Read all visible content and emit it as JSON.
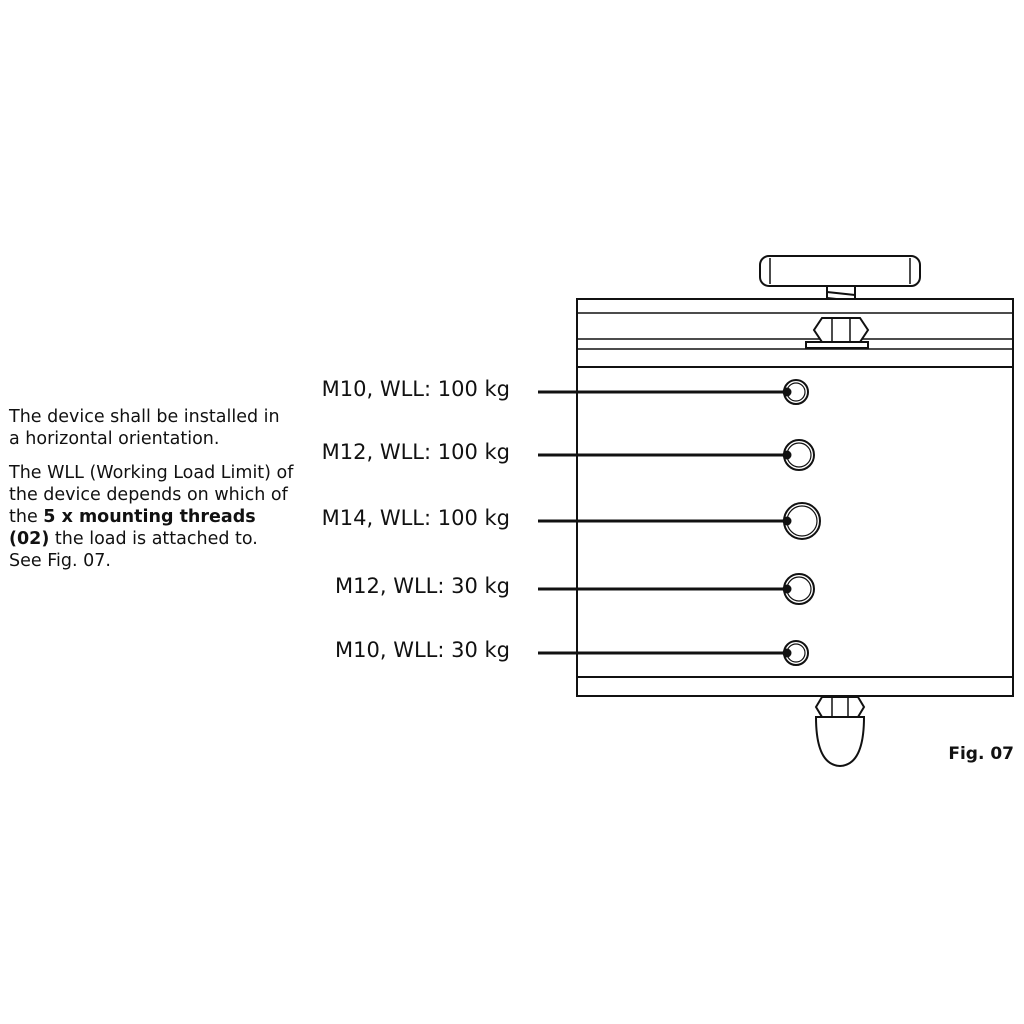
{
  "instructions": {
    "orientation": "The device shall be installed in a horizontal orientation.",
    "wll_before": "The WLL (Working Load Limit) of the device depends on which of the ",
    "wll_bold": "5 x mounting threads (02)",
    "wll_after": " the load is attached to. See Fig. 07."
  },
  "threads": [
    {
      "label": "M10, WLL: 100 kg",
      "size": "M10",
      "wll_kg": 100
    },
    {
      "label": "M12, WLL: 100 kg",
      "size": "M12",
      "wll_kg": 100
    },
    {
      "label": "M14, WLL: 100 kg",
      "size": "M14",
      "wll_kg": 100
    },
    {
      "label": "M12, WLL: 30 kg",
      "size": "M12",
      "wll_kg": 30
    },
    {
      "label": "M10, WLL: 30 kg",
      "size": "M10",
      "wll_kg": 30
    }
  ],
  "figure_label": "Fig. 07"
}
